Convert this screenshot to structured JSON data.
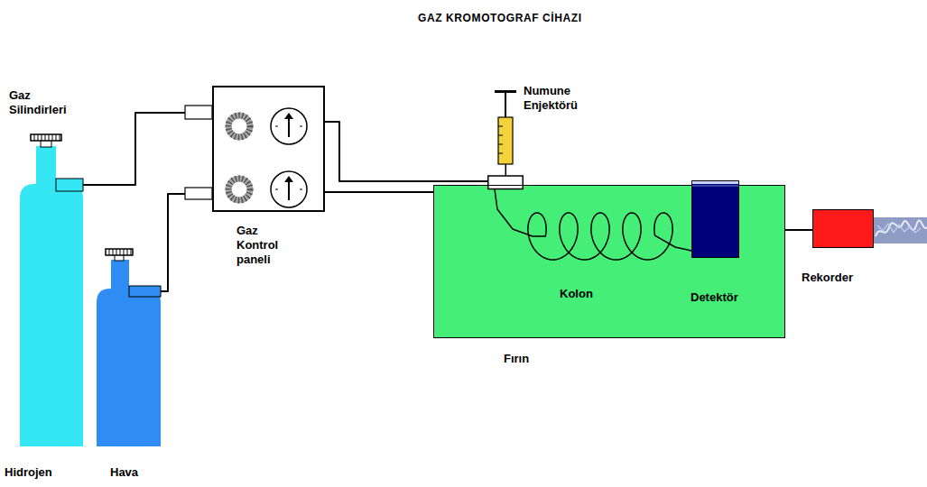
{
  "diagram": {
    "title": "GAZ KROMOTOGRAF CİHAZI",
    "nodes": [
      {
        "text": [
          "Hidrojen"
        ]
      },
      {
        "text": [
          "Hava"
        ]
      },
      {
        "text": [
          "Gaz Kontrol paneli"
        ]
      },
      {
        "text": [
          "Numune Enjektörü"
        ]
      },
      {
        "text": [
          "Fırın"
        ]
      },
      {
        "text": [
          "Detektör"
        ],
        "in": 4
      },
      {
        "text": [
          "Rekorder"
        ]
      }
    ],
    "edges": [
      {
        "from": 0,
        "to": 2,
        "arrow": "none"
      },
      {
        "from": 1,
        "to": 2,
        "arrow": "none"
      },
      {
        "from": 2,
        "to": 3,
        "arrow": "none"
      },
      {
        "from": 2,
        "to": 4,
        "arrow": "none"
      },
      {
        "from": 3,
        "to": 5,
        "arrow": "none",
        "label": "Kolon"
      },
      {
        "from": 4,
        "to": 6,
        "arrow": "none"
      }
    ],
    "labels": [
      "Gaz Silindirleri"
    ]
  }
}
